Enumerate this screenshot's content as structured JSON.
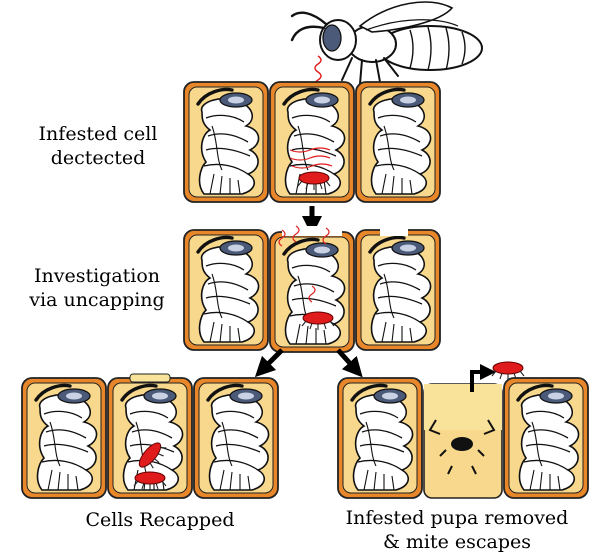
{
  "labels": {
    "step1_line1": "Infested cell",
    "step1_line2": "dectected",
    "step2_line1": "Investigation",
    "step2_line2": "via uncapping",
    "outcome_left": "Cells Recapped",
    "outcome_right_line1": "Infested pupa removed",
    "outcome_right_line2": "& mite escapes"
  },
  "colors": {
    "cell_wall": "#e8862a",
    "cell_fill": "#f7d88c",
    "cap": "#f9e29a",
    "mite": "#e01b1b",
    "signal": "#e01b1b",
    "pupa_eye": "#4a5a78",
    "arrow": "#000000"
  },
  "icons": [
    "honeybee-icon",
    "varroa-mite-icon",
    "pupa-icon",
    "chemical-signal-icon",
    "down-arrow-icon"
  ]
}
